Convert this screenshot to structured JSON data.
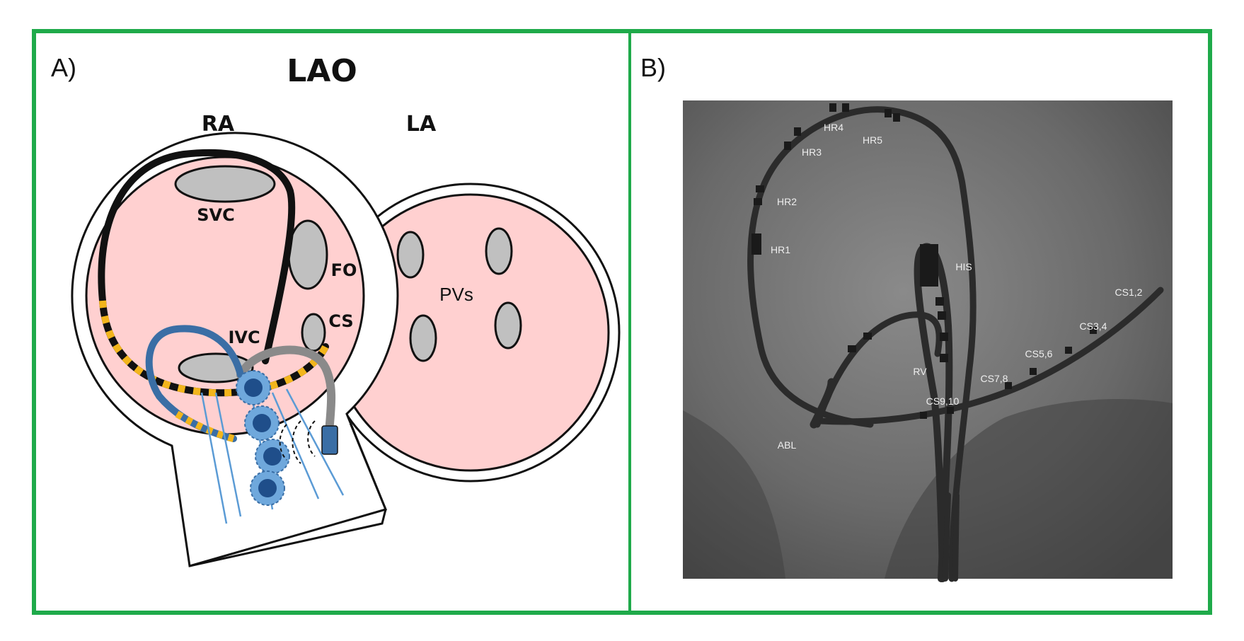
{
  "panels": {
    "a": {
      "panel_label": "A)",
      "view_title": "LAO",
      "chamber_labels": {
        "ra": "RA",
        "la": "LA"
      },
      "structure_labels": {
        "svc": "SVC",
        "fo": "FO",
        "cs": "CS",
        "ivc": "IVC",
        "pvs": "PVs"
      }
    },
    "b": {
      "panel_label": "B)",
      "electrode_labels": {
        "hr4": "HR4",
        "hr5": "HR5",
        "hr3": "HR3",
        "hr2": "HR2",
        "hr1": "HR1",
        "his": "HIS",
        "cs12": "CS1,2",
        "cs34": "CS3,4",
        "cs56": "CS5,6",
        "cs78": "CS7,8",
        "cs910": "CS9,10",
        "rv": "RV",
        "abl": "ABL"
      }
    }
  },
  "colors": {
    "frame": "#1faa4a",
    "chamber_fill": "#ffd0d0",
    "vessel_fill": "#c0c0c0",
    "catheter_black": "#111111",
    "electrode_yellow": "#f2b51c",
    "ablation_blue": "#3a6ea5",
    "fluoro_background": "#6d6d6d"
  }
}
